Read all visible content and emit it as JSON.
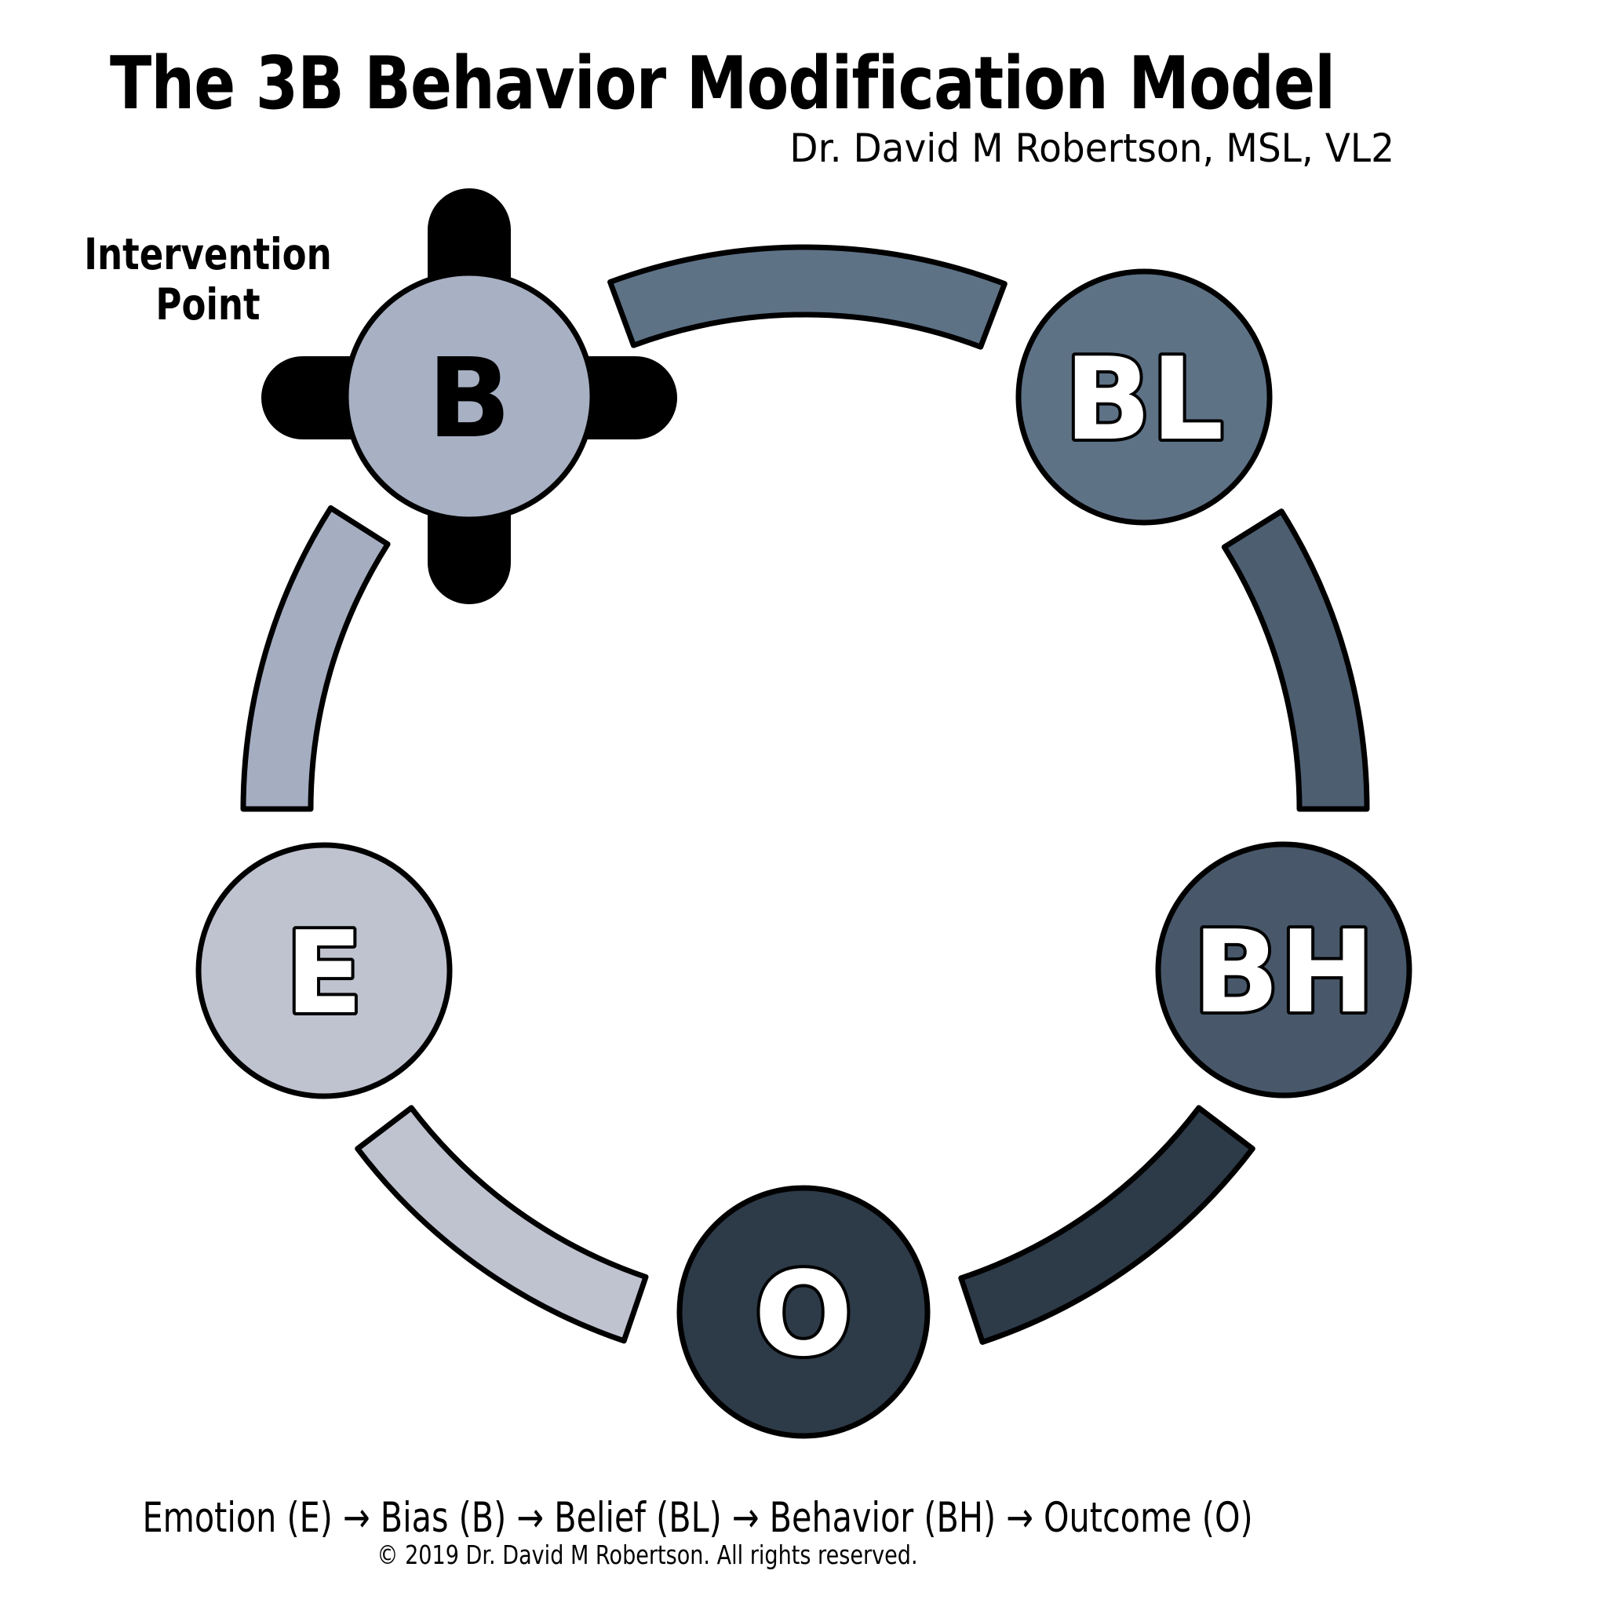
{
  "header": {
    "title": "The 3B Behavior Modification Model",
    "subtitle": "Dr. David M Robertson, MSL, VL2"
  },
  "annotation": {
    "line1": "Intervention",
    "line2": "Point",
    "marker_color": "#000000"
  },
  "nodes": [
    {
      "label": "E",
      "full_name": "Emotion",
      "fill": "#bfc3d0",
      "letter_color": "#ffffff"
    },
    {
      "label": "B",
      "full_name": "Bias",
      "fill": "#a8b0c3",
      "letter_color": "#000000"
    },
    {
      "label": "BL",
      "full_name": "Belief",
      "fill": "#5e7286",
      "letter_color": "#ffffff"
    },
    {
      "label": "BH",
      "full_name": "Behavior",
      "fill": "#48586a",
      "letter_color": "#ffffff"
    },
    {
      "label": "O",
      "full_name": "Outcome",
      "fill": "#2d3a48",
      "letter_color": "#ffffff"
    }
  ],
  "arcs": [
    {
      "from": "E",
      "to": "B",
      "fill": "#a5adc1"
    },
    {
      "from": "B",
      "to": "BL",
      "fill": "#5e7286"
    },
    {
      "from": "BL",
      "to": "BH",
      "fill": "#4d5e71"
    },
    {
      "from": "BH",
      "to": "O",
      "fill": "#2d3a48"
    },
    {
      "from": "O",
      "to": "E",
      "fill": "#bfc3d0"
    }
  ],
  "footer": {
    "formula": "Emotion (E) → Bias (B) → Belief (BL) → Behavior (BH) → Outcome (O)",
    "copyright": "© 2019 Dr. David M Robertson. All rights reserved."
  }
}
